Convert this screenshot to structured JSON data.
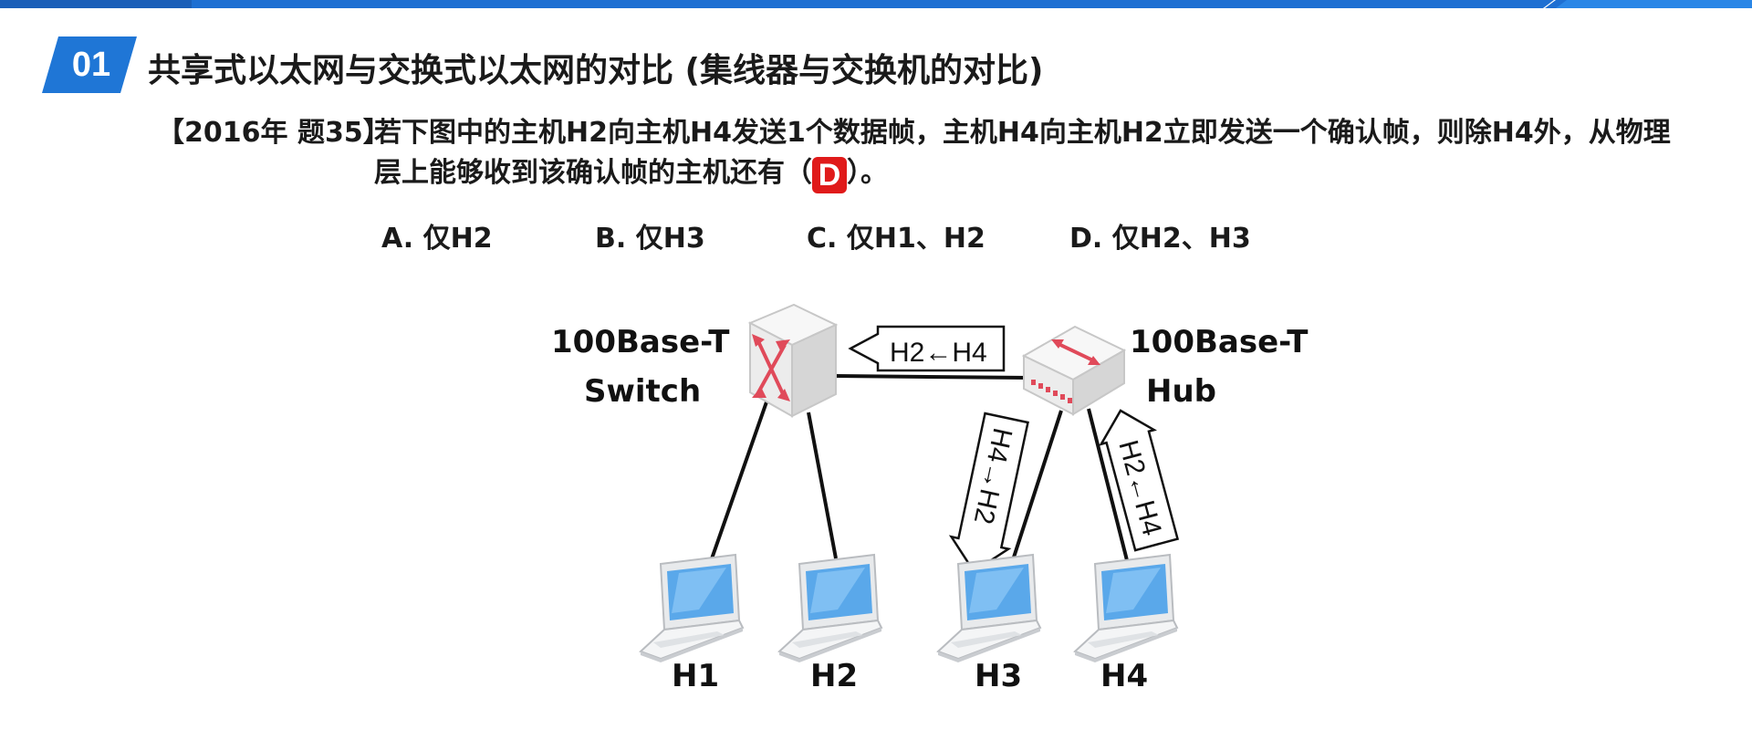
{
  "section": {
    "number": "01",
    "title": "共享式以太网与交换式以太网的对比 (集线器与交换机的对比)"
  },
  "question": {
    "prefix": "【2016年 题35】",
    "text_before": "若下图中的主机H2向主机H4发送1个数据帧，主机H4向主机H2立即发送一个确认帧，则除H4外，从物理层上能够收到该确认帧的主机还有（",
    "answer": "D",
    "text_after": "）。"
  },
  "options": [
    {
      "label": "A. 仅H2"
    },
    {
      "label": "B. 仅H3"
    },
    {
      "label": "C. 仅H1、H2"
    },
    {
      "label": "D. 仅H2、H3"
    }
  ],
  "diagram": {
    "switch": {
      "line1": "100Base-T",
      "line2": "Switch"
    },
    "hub": {
      "line1": "100Base-T",
      "line2": "Hub"
    },
    "hosts": [
      "H1",
      "H2",
      "H3",
      "H4"
    ],
    "arrow_switch_link": "H2←H4",
    "arrow_h3_link": "H4→H2",
    "arrow_h4_link": "H2←H4",
    "colors": {
      "device_face": "#f2f2f2",
      "device_side": "#d6d6d6",
      "device_mark": "#e04a5a",
      "laptop_screen": "#5aa8ea",
      "accent": "#1f76d6",
      "answer": "#e01a1a"
    }
  }
}
